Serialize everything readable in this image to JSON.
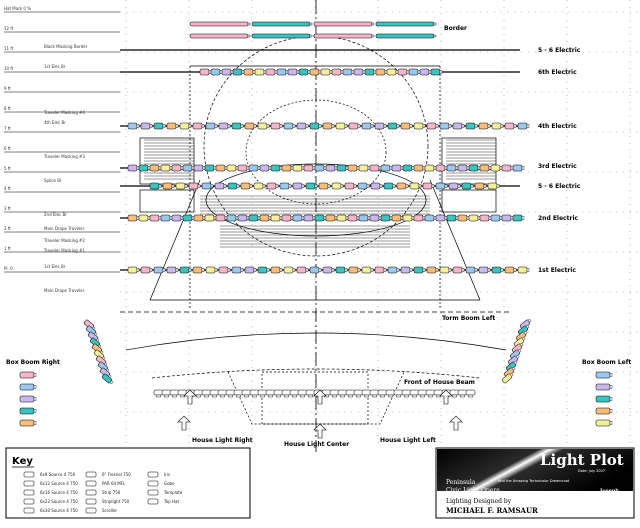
{
  "left_labels": [
    "Hat Mark 0 %",
    "12 ft",
    "11 ft",
    "10 ft",
    "9 ft",
    "8 ft",
    "7 ft",
    "6 ft",
    "5 ft",
    "4 ft",
    "3 ft",
    "2 ft",
    "1 ft",
    "Pl. 0"
  ],
  "pipes": [
    {
      "label": "Border",
      "side": "right"
    },
    {
      "label": "5 - 6 Electric",
      "side": "right"
    },
    {
      "label": "6th Electric",
      "side": "right"
    },
    {
      "label": "4th Electric",
      "side": "right"
    },
    {
      "label": "3rd Electric",
      "side": "right"
    },
    {
      "label": "5 - 6 Electric",
      "side": "right"
    },
    {
      "label": "2nd Electric",
      "side": "right"
    },
    {
      "label": "1st Electric",
      "side": "right"
    }
  ],
  "pipe_notes": [
    "Black Masking Border",
    "1st Elec Br",
    "Traveler Masking #4",
    "4th Elec Br",
    "Traveler Masking #3",
    "Splice Br",
    "2nd Elec Br",
    "Traveler Masking #2",
    "Main Drape Traveler",
    "Traveler Masking #1",
    "1st Elec Br",
    "Main Drape Traveler"
  ],
  "positions": {
    "torm_left": "Torm Boom Left",
    "box_right": "Box Boom Right",
    "box_left": "Box Boom Left",
    "foh": "Front of House Beam",
    "house_right": "House Light Right",
    "house_center": "House Light Center",
    "house_left": "House Light Left"
  },
  "key": {
    "title": "Key",
    "items": [
      "6x9 Source 4 750",
      "6x12 Source 4 750",
      "6x16 Source 4 750",
      "6x22 Source 4 750",
      "6x30 Source 4 750",
      "6\" Fresnel 750",
      "PAR 64 MFL",
      "Strip 750",
      "Striplight 750",
      "Scroller",
      "Iris",
      "Gobo",
      "Template",
      "Top Hat"
    ]
  },
  "title_block": {
    "title": "Light Plot",
    "date": "Date: July 2007",
    "show": "Joseph",
    "subtitle": "And the Amazing Technicolor Dreamcoat",
    "company_line1": "Peninsula",
    "company_line2": "Civic Light Opera",
    "designer_label": "Lighting Designed by",
    "designer": "MICHAEL F. RAMSAUR"
  },
  "colors": {
    "ink": "#000000",
    "gel_pink": "#f4b6c8",
    "gel_blue": "#9cc8ee",
    "gel_lav": "#c9b8ec",
    "gel_teal": "#3fc2bf",
    "gel_orange": "#f6bd7c",
    "gel_yellow": "#f3ef9c"
  }
}
